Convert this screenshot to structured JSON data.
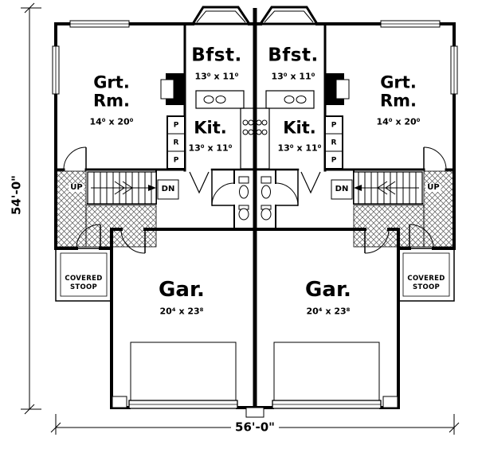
{
  "dimensions": {
    "height": "54'-0\"",
    "width": "56'-0\""
  },
  "rooms": {
    "breakfast": {
      "name": "Bfst.",
      "size": "13⁰ x 11⁰"
    },
    "great_room": {
      "name_line1": "Grt.",
      "name_line2": "Rm.",
      "size": "14⁰ x 20⁰"
    },
    "kitchen": {
      "name": "Kit.",
      "size": "13⁰ x 11⁰"
    },
    "garage": {
      "name": "Gar.",
      "size": "20⁴ x 23⁸"
    },
    "stoop": {
      "line1": "COVERED",
      "line2": "STOOP"
    }
  },
  "stairs": {
    "up": "UP",
    "down": "DN"
  },
  "closets": {
    "pantry": "P",
    "refrigerator": "R"
  }
}
